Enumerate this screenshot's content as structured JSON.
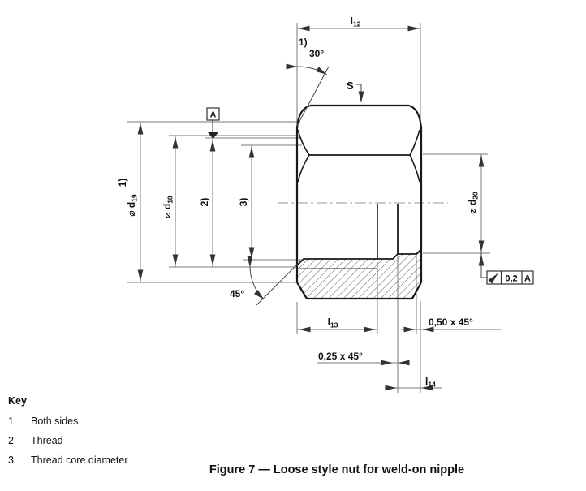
{
  "labels": {
    "l12": {
      "base": "l",
      "sub": "12"
    },
    "l13": {
      "base": "l",
      "sub": "13"
    },
    "l14": {
      "base": "l",
      "sub": "14"
    },
    "d19": {
      "base": "⌀ d",
      "sub": "19"
    },
    "d18": {
      "base": "⌀ d",
      "sub": "18"
    },
    "d20": {
      "base": "⌀ d",
      "sub": "20"
    },
    "s": "S",
    "angle_30": "30°",
    "angle_45": "45°",
    "chamfer_right": "0,50  x  45°",
    "chamfer_step": "0,25  x  45°",
    "note_1_top": "1)",
    "note_1_left": "1)",
    "note_2": "2)",
    "note_3": "3)",
    "datum_letter": "A"
  },
  "tolerance_frame": {
    "symbol_name": "circular-runout-icon",
    "value": "0,2",
    "datum": "A"
  },
  "key": {
    "title": "Key",
    "items": [
      {
        "num": "1",
        "label": "Both sides"
      },
      {
        "num": "2",
        "label": "Thread"
      },
      {
        "num": "3",
        "label": "Thread core diameter"
      }
    ]
  },
  "caption": "Figure 7 — Loose style nut for weld-on nipple",
  "colors": {
    "outline": "#1a1a1a",
    "dimension": "#7a7a7a",
    "text": "#111111",
    "background": "#ffffff"
  }
}
